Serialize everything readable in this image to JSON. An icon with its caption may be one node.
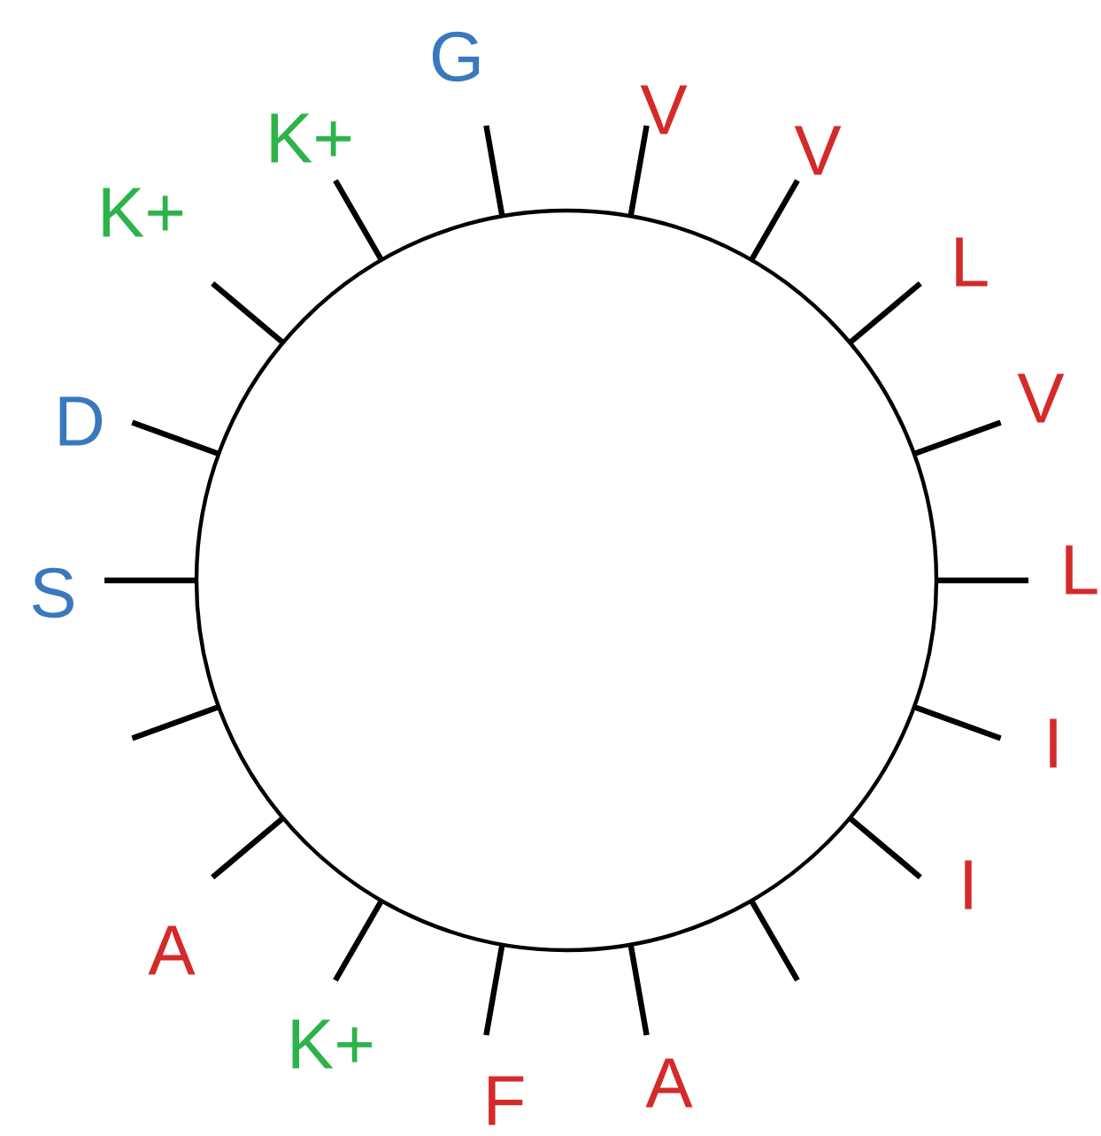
{
  "diagram": {
    "nodes": [
      {
        "text": [],
        "shape": "circle"
      }
    ],
    "labels": [
      "G",
      "V",
      "V",
      "L",
      "V",
      "L",
      "I",
      "I",
      "A",
      "F",
      "K+",
      "A",
      "S",
      "D",
      "K+",
      "K+"
    ]
  }
}
